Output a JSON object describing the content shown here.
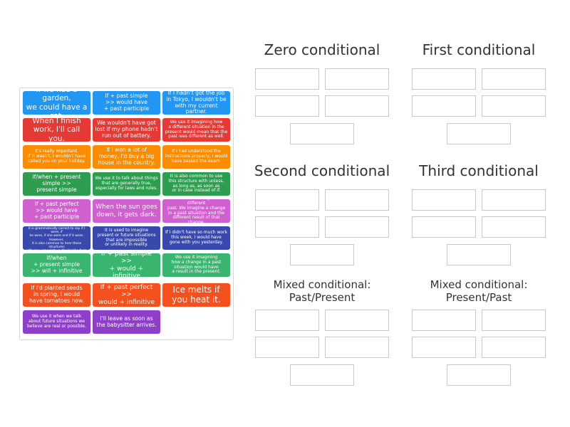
{
  "tiles": [
    {
      "text": "If we had a garden,\nwe could have a cat.",
      "color": "#2196f3"
    },
    {
      "text": "If + past simple\n>> would have\n+ past participle",
      "color": "#2196f3"
    },
    {
      "text": "If I hadn't got the job\nin Tokyo, I wouldn't be\nwith my current partner.",
      "color": "#2196f3"
    },
    {
      "text": "When I finish\nwork, I'll call you.",
      "color": "#e53935"
    },
    {
      "text": "We wouldn't have got\nlost if my phone hadn't\nrun out of battery.",
      "color": "#e53935"
    },
    {
      "text": "We use it imagining how\na different situation in the\npresent would mean that the\npast was different as well.",
      "color": "#e53935"
    },
    {
      "text": "It's really important.\nIf it wasn't, I wouldn't have\ncalled you on your holiday.",
      "color": "#fb8c00"
    },
    {
      "text": "If I won a lot of\nmoney, I'd buy a big\nhouse in the country.",
      "color": "#fb8c00"
    },
    {
      "text": "If I had understood the\ninstructions properly, I would\nhave passed the exam.",
      "color": "#fb8c00"
    },
    {
      "text": "if/when + present\nsimple >>\npresent simple",
      "color": "#2e9d4f"
    },
    {
      "text": "We use it to talk about things\nthat are generally true,\nespecially for laws and rules.",
      "color": "#2e9d4f"
    },
    {
      "text": "It is also common to use\nthis structure with unless,\nas long as, as soon as\nor in case instead of if.",
      "color": "#2e9d4f"
    },
    {
      "text": "If + past perfect\n>> would have\n+ past participle",
      "color": "#d05fd0"
    },
    {
      "text": "When the sun goes\ndown, it gets dark.",
      "color": "#d05fd0"
    },
    {
      "text": "It is used to imagine a different\npast. We imagine a change\nin a past situation and the\ndifferent result of that change.",
      "color": "#d05fd0"
    },
    {
      "text": "When if is followed by the verb be,\nit is grammatically correct to say if I were, if\nhe were, if she were and if it were. However,\nit is also common to hear these structures\nwith was, especially in the he/she form.",
      "color": "#3949ab"
    },
    {
      "text": "It is used to imagine\npresent or future situations\nthat are impossible\nor unlikely in reality.",
      "color": "#3949ab"
    },
    {
      "text": "If I didn't have so much work\nthis week, I would have\ngone with you yesterday.",
      "color": "#3949ab"
    },
    {
      "text": "if/when\n+ present simple\n>> will + infinitive",
      "color": "#3ab56f"
    },
    {
      "text": "If + past simple >>\n+ would + infinitive",
      "color": "#3ab56f"
    },
    {
      "text": "We use it imagining\nhow a change in a past\nsituation would have\na result in the present.",
      "color": "#3ab56f"
    },
    {
      "text": "If I'd planted seeds\nin spring, I would\nhave tomatoes now.",
      "color": "#f4511e"
    },
    {
      "text": "If + past perfect >>\nwould + infinitive",
      "color": "#f4511e"
    },
    {
      "text": "Ice melts if\nyou heat it.",
      "color": "#f4511e"
    },
    {
      "text": "We use it when we talk\nabout future situations we\nbelieve are real or possible.",
      "color": "#8e3fc9"
    },
    {
      "text": "I'll leave as soon as\nthe babysitter arrives.",
      "color": "#8e3fc9"
    }
  ],
  "groups": [
    {
      "title": "Zero conditional"
    },
    {
      "title": "First conditional"
    },
    {
      "title": "Second conditional"
    },
    {
      "title": "Third conditional"
    },
    {
      "title": "Mixed conditional:\nPast/Present"
    },
    {
      "title": "Mixed conditional:\nPresent/Past"
    }
  ]
}
